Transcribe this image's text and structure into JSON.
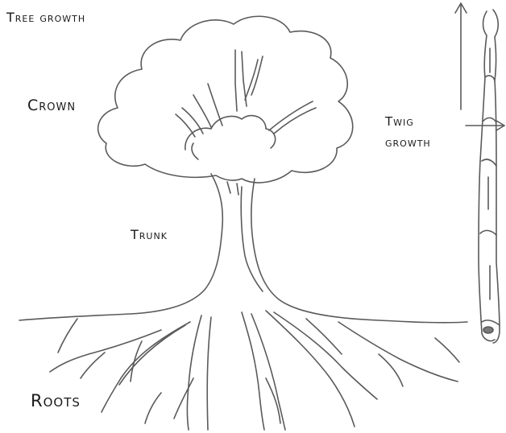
{
  "diagram": {
    "title": "Tree growth",
    "labels": {
      "crown": "Crown",
      "trunk": "Trunk",
      "roots": "Roots",
      "twig_line1": "Twig",
      "twig_line2": "growth"
    },
    "stroke_color": "#5a5a5a",
    "text_color": "#1a1a1a",
    "arrows": [
      "upward-growth-arrow",
      "sideways-growth-arrow"
    ]
  }
}
